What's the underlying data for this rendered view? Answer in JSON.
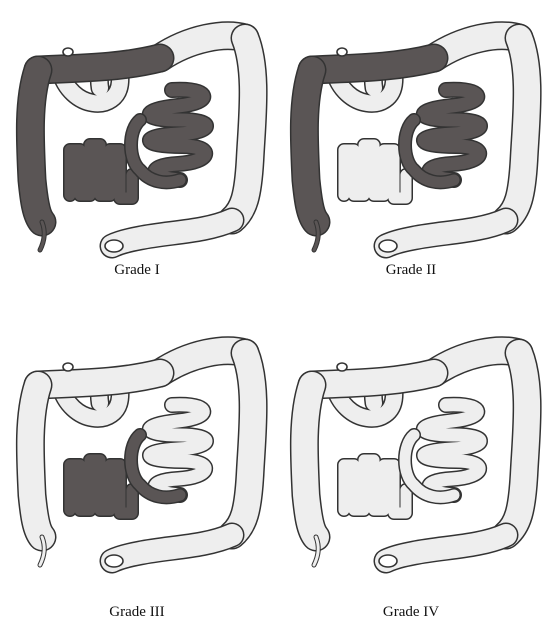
{
  "panels": [
    {
      "caption": "Grade I",
      "fills": {
        "ascending": "dark",
        "transverse_right": "dark",
        "transverse_left": "light",
        "descending": "light",
        "sigmoid": "light",
        "ileum": "dark",
        "jejunum": "dark",
        "jejunum_mid": "dark",
        "duodenum_loop": "light"
      }
    },
    {
      "caption": "Grade II",
      "fills": {
        "ascending": "dark",
        "transverse_right": "dark",
        "transverse_left": "light",
        "descending": "light",
        "sigmoid": "light",
        "ileum": "light",
        "jejunum": "dark",
        "jejunum_mid": "dark",
        "duodenum_loop": "light"
      }
    },
    {
      "caption": "Grade III",
      "fills": {
        "ascending": "light",
        "transverse_right": "light",
        "transverse_left": "light",
        "descending": "light",
        "sigmoid": "light",
        "ileum": "dark",
        "jejunum": "light",
        "jejunum_mid": "dark",
        "duodenum_loop": "light"
      }
    },
    {
      "caption": "Grade IV",
      "fills": {
        "ascending": "light",
        "transverse_right": "light",
        "transverse_left": "light",
        "descending": "light",
        "sigmoid": "light",
        "ileum": "light",
        "jejunum": "light",
        "jejunum_mid": "light",
        "duodenum_loop": "light"
      }
    }
  ],
  "colors": {
    "dark": "#5a5555",
    "light": "#eeeeee",
    "outline": "#333333"
  }
}
